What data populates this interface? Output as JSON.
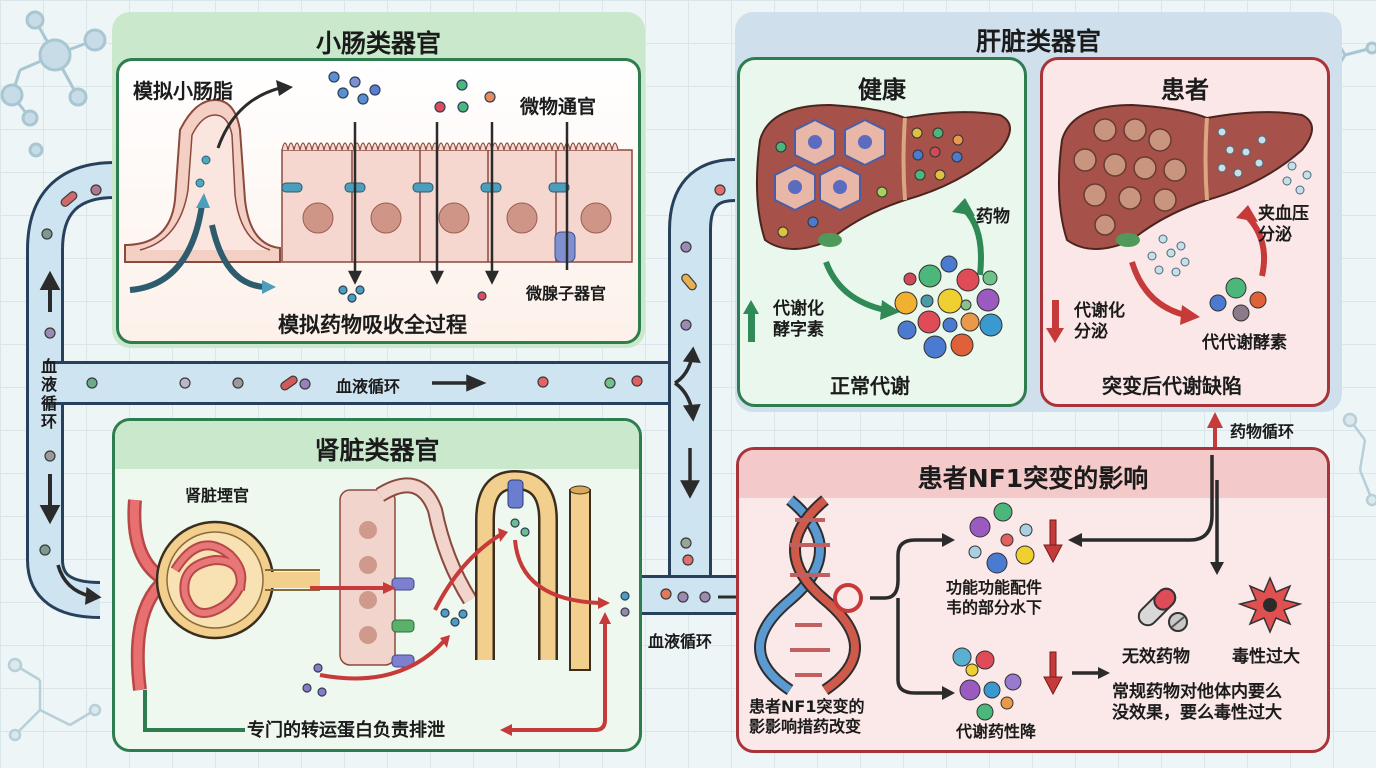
{
  "colors": {
    "green_border": "#2e7d4f",
    "green_header": "#c9e8cc",
    "green_fill": "#eef8ef",
    "red_border": "#a8343a",
    "red_header": "#f4c9c9",
    "red_fill": "#fbeaea",
    "blue_header": "#cfe0ec",
    "vessel": "#cfe4f1",
    "vessel_border": "#27415c",
    "arrow_dark": "#2b2b2b",
    "arrow_red": "#c73a3a",
    "arrow_green": "#2f8a55",
    "arrow_teal": "#3a86a0"
  },
  "intestine": {
    "title": "小肠类器官",
    "villus_label": "模拟小肠脂",
    "channel_label": "微物通官",
    "transporter_label": "微腺子器官",
    "caption": "模拟药物吸收全过程"
  },
  "kidney": {
    "title": "肾脏类器官",
    "glomerulus_label": "肾脏堙官",
    "caption": "专门的转运蛋白负责排泄"
  },
  "liver": {
    "title": "肝脏类器官",
    "healthy": {
      "title": "健康",
      "drug_label": "药物",
      "enzyme_label": "代谢化\n酵字素",
      "caption": "正常代谢"
    },
    "patient": {
      "title": "患者",
      "secretion_label": "夹血压\n分泌",
      "enzyme_label": "代谢化\n分泌",
      "metabolite_label": "代代谢酵素",
      "caption": "突变后代谢缺陷"
    }
  },
  "nf1": {
    "title": "患者NF1突变的影响",
    "dna_caption": "患者NF1突变的\n影影响措药改变",
    "branch_top_label": "功能功能配件\n韦的部分水下",
    "branch_bottom_label": "代谢药性降",
    "outcome_ineffective": "无效药物",
    "outcome_toxic": "毒性过大",
    "summary": "常规药物对他体内要么\n没效果，要么毒性过大"
  },
  "circulation": {
    "left_vertical_label": "血液循环",
    "middle_label": "血液循环",
    "bottom_label": "血液循环",
    "drug_cycle_label": "药物循环"
  }
}
